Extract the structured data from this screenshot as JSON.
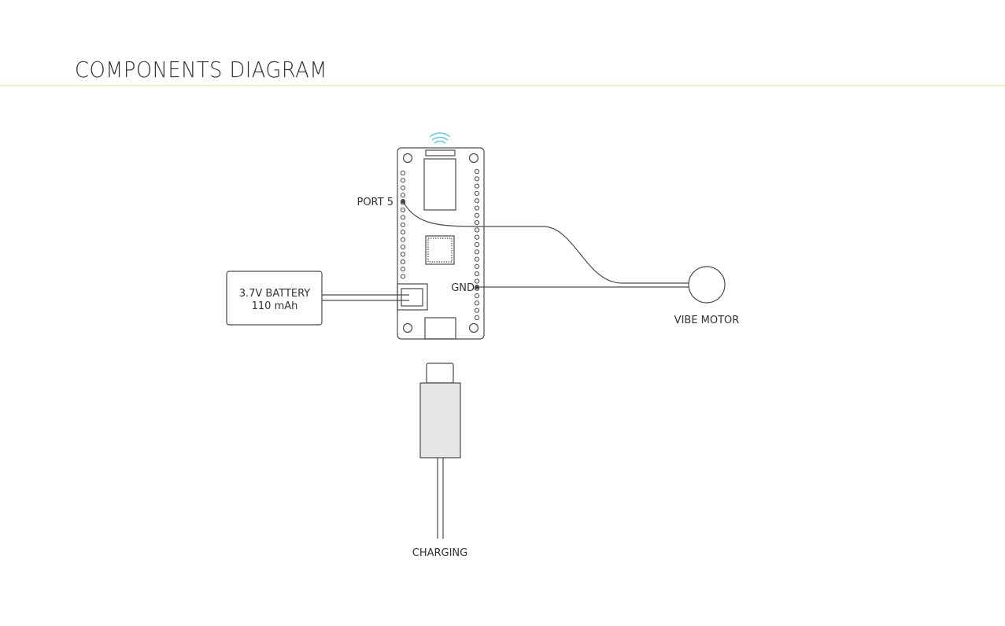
{
  "header": {
    "title": "COMPONENTS DIAGRAM"
  },
  "diagram": {
    "labels": {
      "port": "PORT 5",
      "gnd": "GND",
      "battery_line1": "3.7V BATTERY",
      "battery_line2": "110 mAh",
      "motor": "VIBE MOTOR",
      "charging": "CHARGING"
    },
    "colors": {
      "title_rule": "#ecec8a",
      "wifi": "#5bc8e6",
      "line": "#4a4a4a",
      "usb_plug_fill": "#e6e6e6"
    },
    "icons": [
      "wifi-icon"
    ]
  }
}
